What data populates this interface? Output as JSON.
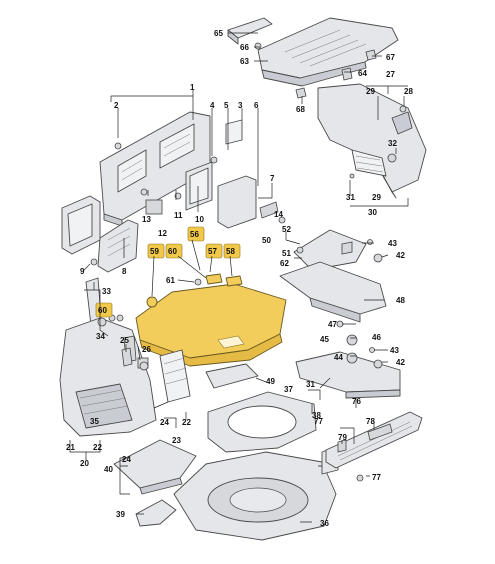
{
  "labels": {
    "l1": "1",
    "l2": "2",
    "l3": "3",
    "l4": "4",
    "l5": "5",
    "l6": "6",
    "l7": "7",
    "l8": "8",
    "l9": "9",
    "l10": "10",
    "l11": "11",
    "l12": "12",
    "l13": "13",
    "l14": "14",
    "l20": "20",
    "l21": "21",
    "l22a": "22",
    "l22b": "22",
    "l23": "23",
    "l24a": "24",
    "l24b": "24",
    "l25": "25",
    "l26": "26",
    "l27": "27",
    "l28": "28",
    "l29a": "29",
    "l29b": "29",
    "l30": "30",
    "l31a": "31",
    "l31b": "31",
    "l32": "32",
    "l33": "33",
    "l34": "34",
    "l35": "35",
    "l36": "36",
    "l37": "37",
    "l38": "38",
    "l39": "39",
    "l40": "40",
    "l42a": "42",
    "l42b": "42",
    "l43a": "43",
    "l43b": "43",
    "l44": "44",
    "l45": "45",
    "l46": "46",
    "l47": "47",
    "l48": "48",
    "l49": "49",
    "l50": "50",
    "l51": "51",
    "l52": "52",
    "l56": "56",
    "l57": "57",
    "l58": "58",
    "l59": "59",
    "l60a": "60",
    "l60b": "60",
    "l61": "61",
    "l62": "62",
    "l63": "63",
    "l64": "64",
    "l65": "65",
    "l66": "66",
    "l67": "67",
    "l68": "68",
    "l76": "76",
    "l77a": "77",
    "l77b": "77",
    "l78": "78",
    "l79": "79"
  },
  "colors": {
    "highlight": "#f2cd5c",
    "highlight_badge": "#f2c84b",
    "part_fill": "#e4e6ea",
    "outline": "#4a4a4a"
  }
}
